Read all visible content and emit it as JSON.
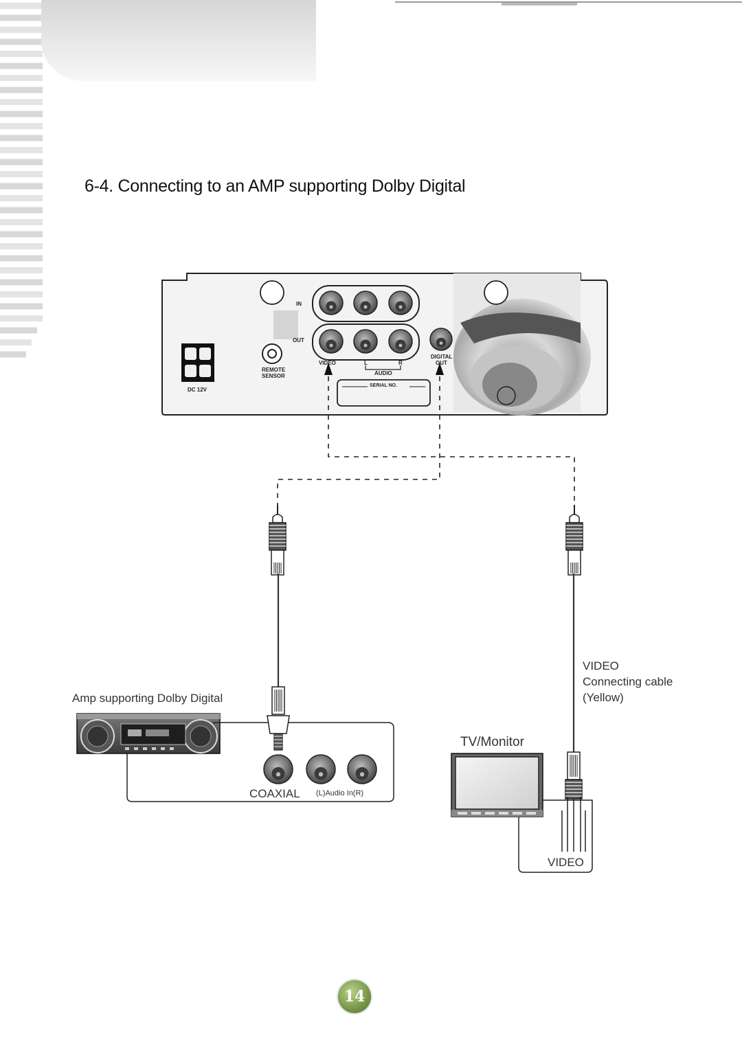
{
  "title": "6-4. Connecting to an AMP supporting Dolby Digital",
  "player_panel": {
    "in_label": "IN",
    "out_label": "OUT",
    "video_label": "VIDEO",
    "audio_l": "L",
    "audio_r": "R",
    "audio_label": "AUDIO",
    "digital_label": "DIGITAL",
    "digital_out_label": "OUT",
    "remote_sensor_line1": "REMOTE",
    "remote_sensor_line2": "SENSOR",
    "dc_label": "DC 12V",
    "serial_label": "SERIAL NO."
  },
  "amp": {
    "label": "Amp supporting Dolby Digital",
    "coaxial_label": "COAXIAL",
    "audio_in_label": "(L)Audio In(R)"
  },
  "tv": {
    "label": "TV/Monitor",
    "video_label": "VIDEO"
  },
  "cable_note": {
    "line1": "VIDEO",
    "line2": "Connecting cable",
    "line3": "(Yellow)"
  },
  "page_number": "14",
  "colors": {
    "jack_outer": "#666666",
    "jack_inner": "#3a3a3a",
    "panel_fill": "#f4f4f4"
  }
}
